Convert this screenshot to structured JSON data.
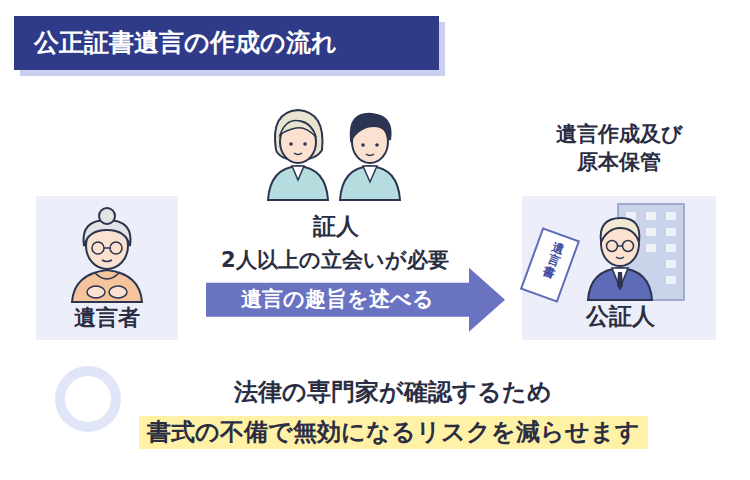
{
  "diagram": {
    "title": "公正証書遺言の作成の流れ",
    "nodes": [
      {
        "text": [
          "遺言者"
        ]
      },
      {
        "text": [
          "遺言作成及び 原本保管",
          "公証人"
        ]
      },
      {
        "text": [
          "遺言書"
        ],
        "in": 1
      }
    ],
    "edges": [
      {
        "from": 0,
        "to": 1,
        "arrow": "to",
        "label": "遺言の趣旨を述べる"
      }
    ],
    "labels": [
      "証人",
      "2人以上の立会いが必要",
      "法律の専門家が確認するため",
      "書式の不備で無効になるリスクを減らせます"
    ]
  }
}
